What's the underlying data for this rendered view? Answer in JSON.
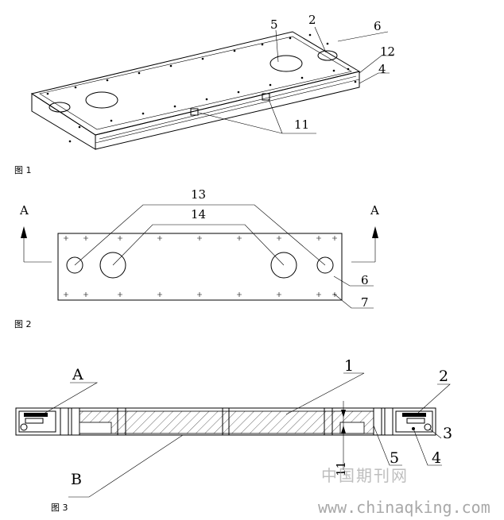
{
  "figures": {
    "fig1": {
      "caption": "图 1",
      "labels": {
        "l5": "5",
        "l2": "2",
        "l6": "6",
        "l12": "12",
        "l4": "4",
        "l11": "11"
      }
    },
    "fig2": {
      "caption": "图 2",
      "labels": {
        "a_left": "A",
        "a_right": "A",
        "l13": "13",
        "l14": "14",
        "l6": "6",
        "l7": "7"
      }
    },
    "fig3": {
      "caption": "图 3",
      "labels": {
        "A": "A",
        "l1": "1",
        "l2": "2",
        "l3": "3",
        "l4": "4",
        "l5": "5",
        "B": "B",
        "l11": "11"
      }
    }
  },
  "watermark": {
    "brand": "中国期刊网",
    "url": "www.chinaqking.com"
  }
}
